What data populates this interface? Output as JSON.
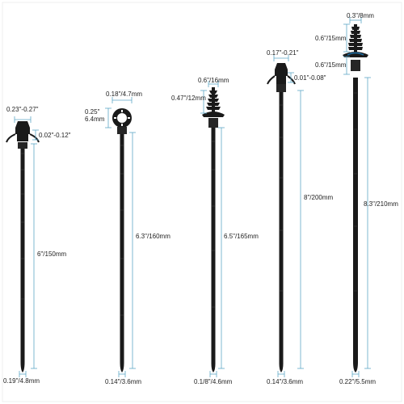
{
  "colors": {
    "background": "#ffffff",
    "tie": "#1a1a1a",
    "tie_edge": "#3a3a3a",
    "dimension_line": "#5fa8c7",
    "accent": "#1e6fa6",
    "label_text": "#222222"
  },
  "ties": [
    {
      "type": "push-mount clip cable tie",
      "labels": {
        "head_width": "0.23\"-0.27\"",
        "panel_thickness": "0.02\"-0.12\"",
        "length": "6\"/150mm",
        "strap_width": "0.19\"/4.8mm"
      }
    },
    {
      "type": "round-hole grommet cable tie",
      "labels": {
        "ring_width": "0.18\"/4.7mm",
        "hole_diameter": "0.25\"\n6.4mm",
        "length": "6.3\"/160mm",
        "strap_width": "0.14\"/3.6mm"
      }
    },
    {
      "type": "fir-tree push mount cable tie",
      "labels": {
        "post_height": "0.6\"/16mm",
        "post_width": "0.47\"/12mm",
        "length": "6.5\"/165mm",
        "strap_width": "0.1/8\"/4.6mm"
      }
    },
    {
      "type": "arrow clip cable tie",
      "labels": {
        "head_width": "0.17\"-0.21\"",
        "panel_thickness": "0.01\"-0.08\"",
        "length": "8\"/200mm",
        "strap_width": "0.14\"/3.6mm"
      }
    },
    {
      "type": "fir-tree with cup cable tie",
      "labels": {
        "tip_width": "0.3\"/8mm",
        "tree_height": "0.6\"/15mm",
        "cup_height": "0.6\"/15mm",
        "length": "8.3\"/210mm",
        "strap_width": "0.22\"/5.5mm"
      }
    }
  ]
}
